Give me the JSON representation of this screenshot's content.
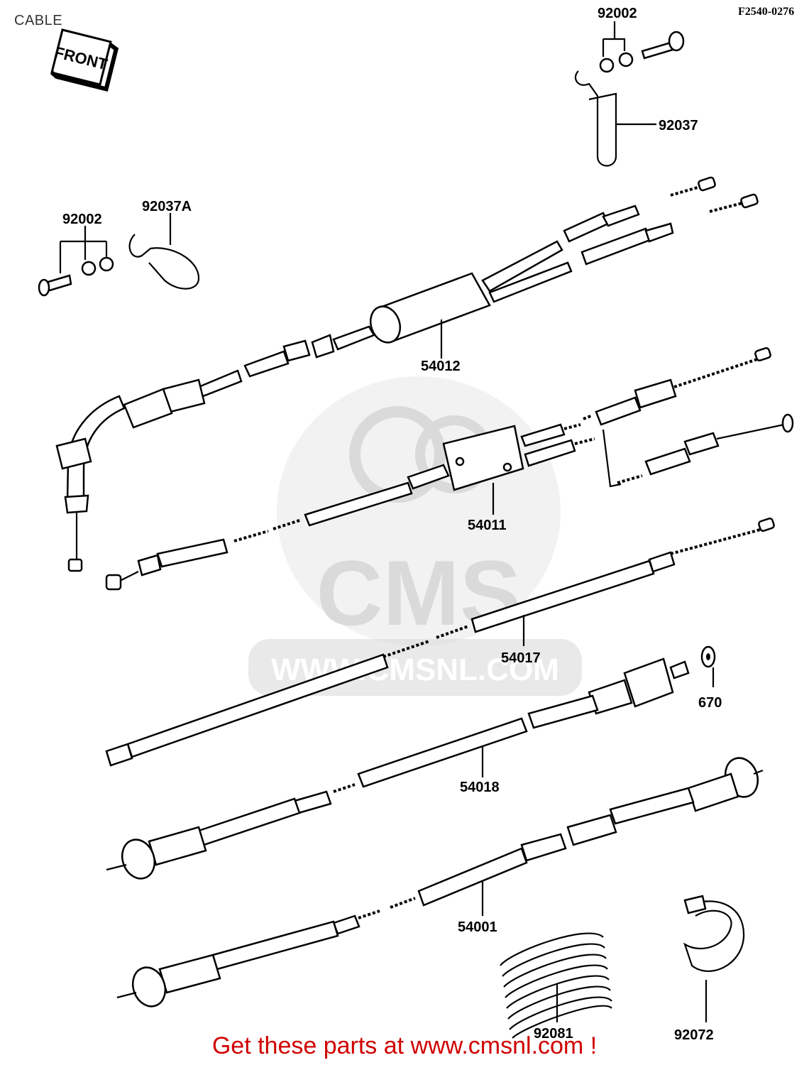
{
  "header": {
    "title": "CABLE",
    "figure_code": "F2540-0276"
  },
  "front_tag": "FRONT",
  "watermark": {
    "brand": "CMS",
    "url": "WWW.CMSNL.COM",
    "color": "#bdbdbd"
  },
  "parts": {
    "p92002_top": "92002",
    "p92037": "92037",
    "p92002_left": "92002",
    "p92037A": "92037A",
    "p54012": "54012",
    "p54011": "54011",
    "p54017": "54017",
    "p670": "670",
    "p54018": "54018",
    "p54001": "54001",
    "p92081": "92081",
    "p92072": "92072"
  },
  "footer": {
    "text": "Get these parts at www.cmsnl.com !",
    "color": "#d00000"
  }
}
